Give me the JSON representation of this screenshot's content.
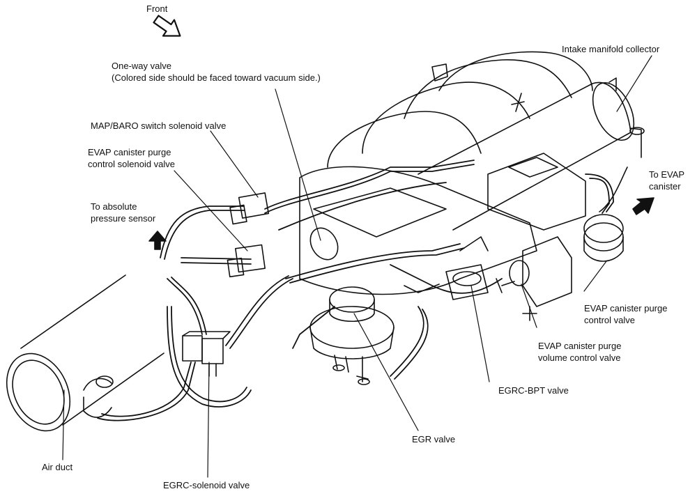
{
  "front": "Front",
  "labels": {
    "one_way_valve": [
      "One-way valve",
      "(Colored side should be faced toward vacuum side.)"
    ],
    "map_baro": "MAP/BARO switch solenoid valve",
    "evap_purge_solenoid": [
      "EVAP canister purge",
      "control solenoid valve"
    ],
    "absolute_pressure": [
      "To absolute",
      "pressure sensor"
    ],
    "intake_collector": "Intake manifold collector",
    "to_evap_canister": [
      "To EVAP",
      "canister"
    ],
    "evap_purge_control": [
      "EVAP canister purge",
      "control valve"
    ],
    "evap_purge_volume": [
      "EVAP canister purge",
      "volume control valve"
    ],
    "egrc_bpt": "EGRC-BPT valve",
    "egr_valve": "EGR valve",
    "air_duct": "Air duct",
    "egrc_solenoid": "EGRC-solenoid valve"
  },
  "colors": {
    "ink": "#111111",
    "paper": "#ffffff"
  }
}
